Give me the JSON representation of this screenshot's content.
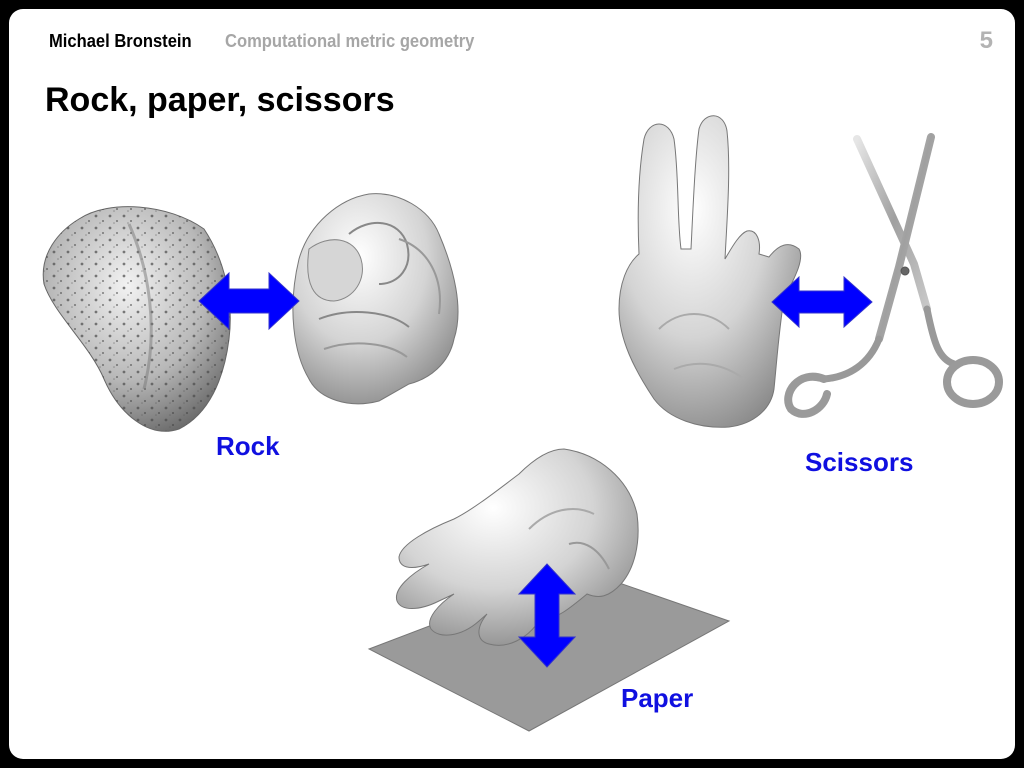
{
  "header": {
    "author": "Michael Bronstein",
    "course": "Computational metric geometry",
    "slide_number": "5"
  },
  "title": "Rock, paper, scissors",
  "labels": {
    "rock": "Rock",
    "scissors": "Scissors",
    "paper": "Paper"
  },
  "colors": {
    "label": "#1010e0",
    "arrow": "#0000ff",
    "header_gray": "#a6a6a6"
  },
  "icons": [
    "rock-icon",
    "fist-icon",
    "two-finger-hand-icon",
    "scissors-icon",
    "flat-hand-icon",
    "paper-sheet-icon",
    "double-arrow-icon"
  ]
}
